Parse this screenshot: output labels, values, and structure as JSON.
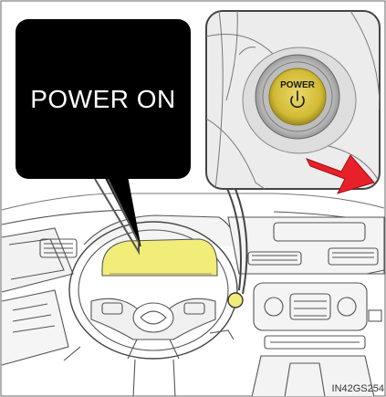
{
  "callout": {
    "display_text": "POWER ON"
  },
  "power_button": {
    "label": "POWER",
    "symbol": "⏻"
  },
  "figure_code": "IN42GS254",
  "colors": {
    "highlight_yellow": "#f2ec78",
    "button_yellow": "#d6c23c",
    "arrow_red": "#e8202a",
    "line_dark": "#4a4a4a",
    "panel_gray": "#ececec"
  },
  "icons": [
    "power-icon",
    "red-arrow-icon",
    "steering-wheel-icon"
  ]
}
